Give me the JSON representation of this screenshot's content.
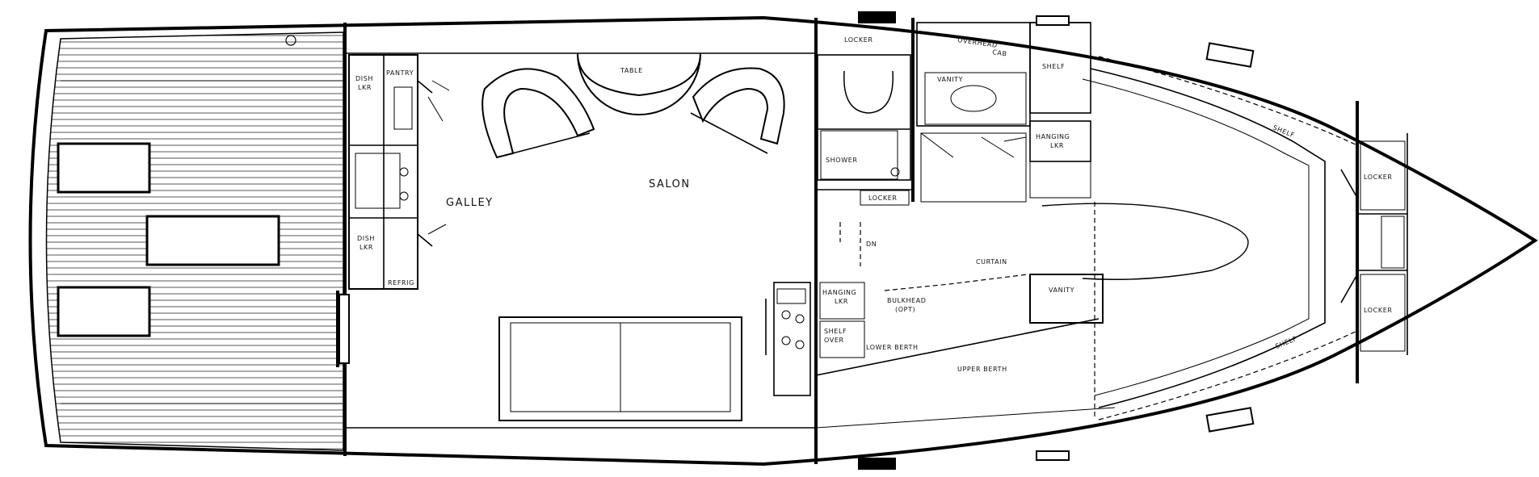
{
  "labels": {
    "salon": "SALON",
    "galley": "GALLEY",
    "table": "TABLE",
    "dish_lkr_top": [
      "DISH",
      "LKR"
    ],
    "dish_lkr_bottom": [
      "DISH",
      "LKR"
    ],
    "pantry_top": "PANTRY",
    "refrig": "REFRIG",
    "locker_top": "LOCKER",
    "overhead_cab": [
      "OVERHEAD",
      "CAB"
    ],
    "shelf_top": "SHELF",
    "vanity_top": "VANITY",
    "hanging_lkr_top": [
      "HANGING",
      "LKR"
    ],
    "shower": "SHOWER",
    "locker_small": "LOCKER",
    "dn": "DN",
    "curtain": "CURTAIN",
    "vanity_bottom": "VANITY",
    "bulkhead": [
      "BULKHEAD",
      "(OPT)"
    ],
    "hanging_lkr_bottom": [
      "HANGING",
      "LKR"
    ],
    "shelf_over": [
      "SHELF",
      "OVER"
    ],
    "lower_berth": "LOWER BERTH",
    "upper_berth": "UPPER BERTH",
    "shelf_upper": "SHELF",
    "shelf_lower": "SHELF",
    "locker_fwd_top": "LOCKER",
    "locker_fwd_bottom": "LOCKER"
  }
}
